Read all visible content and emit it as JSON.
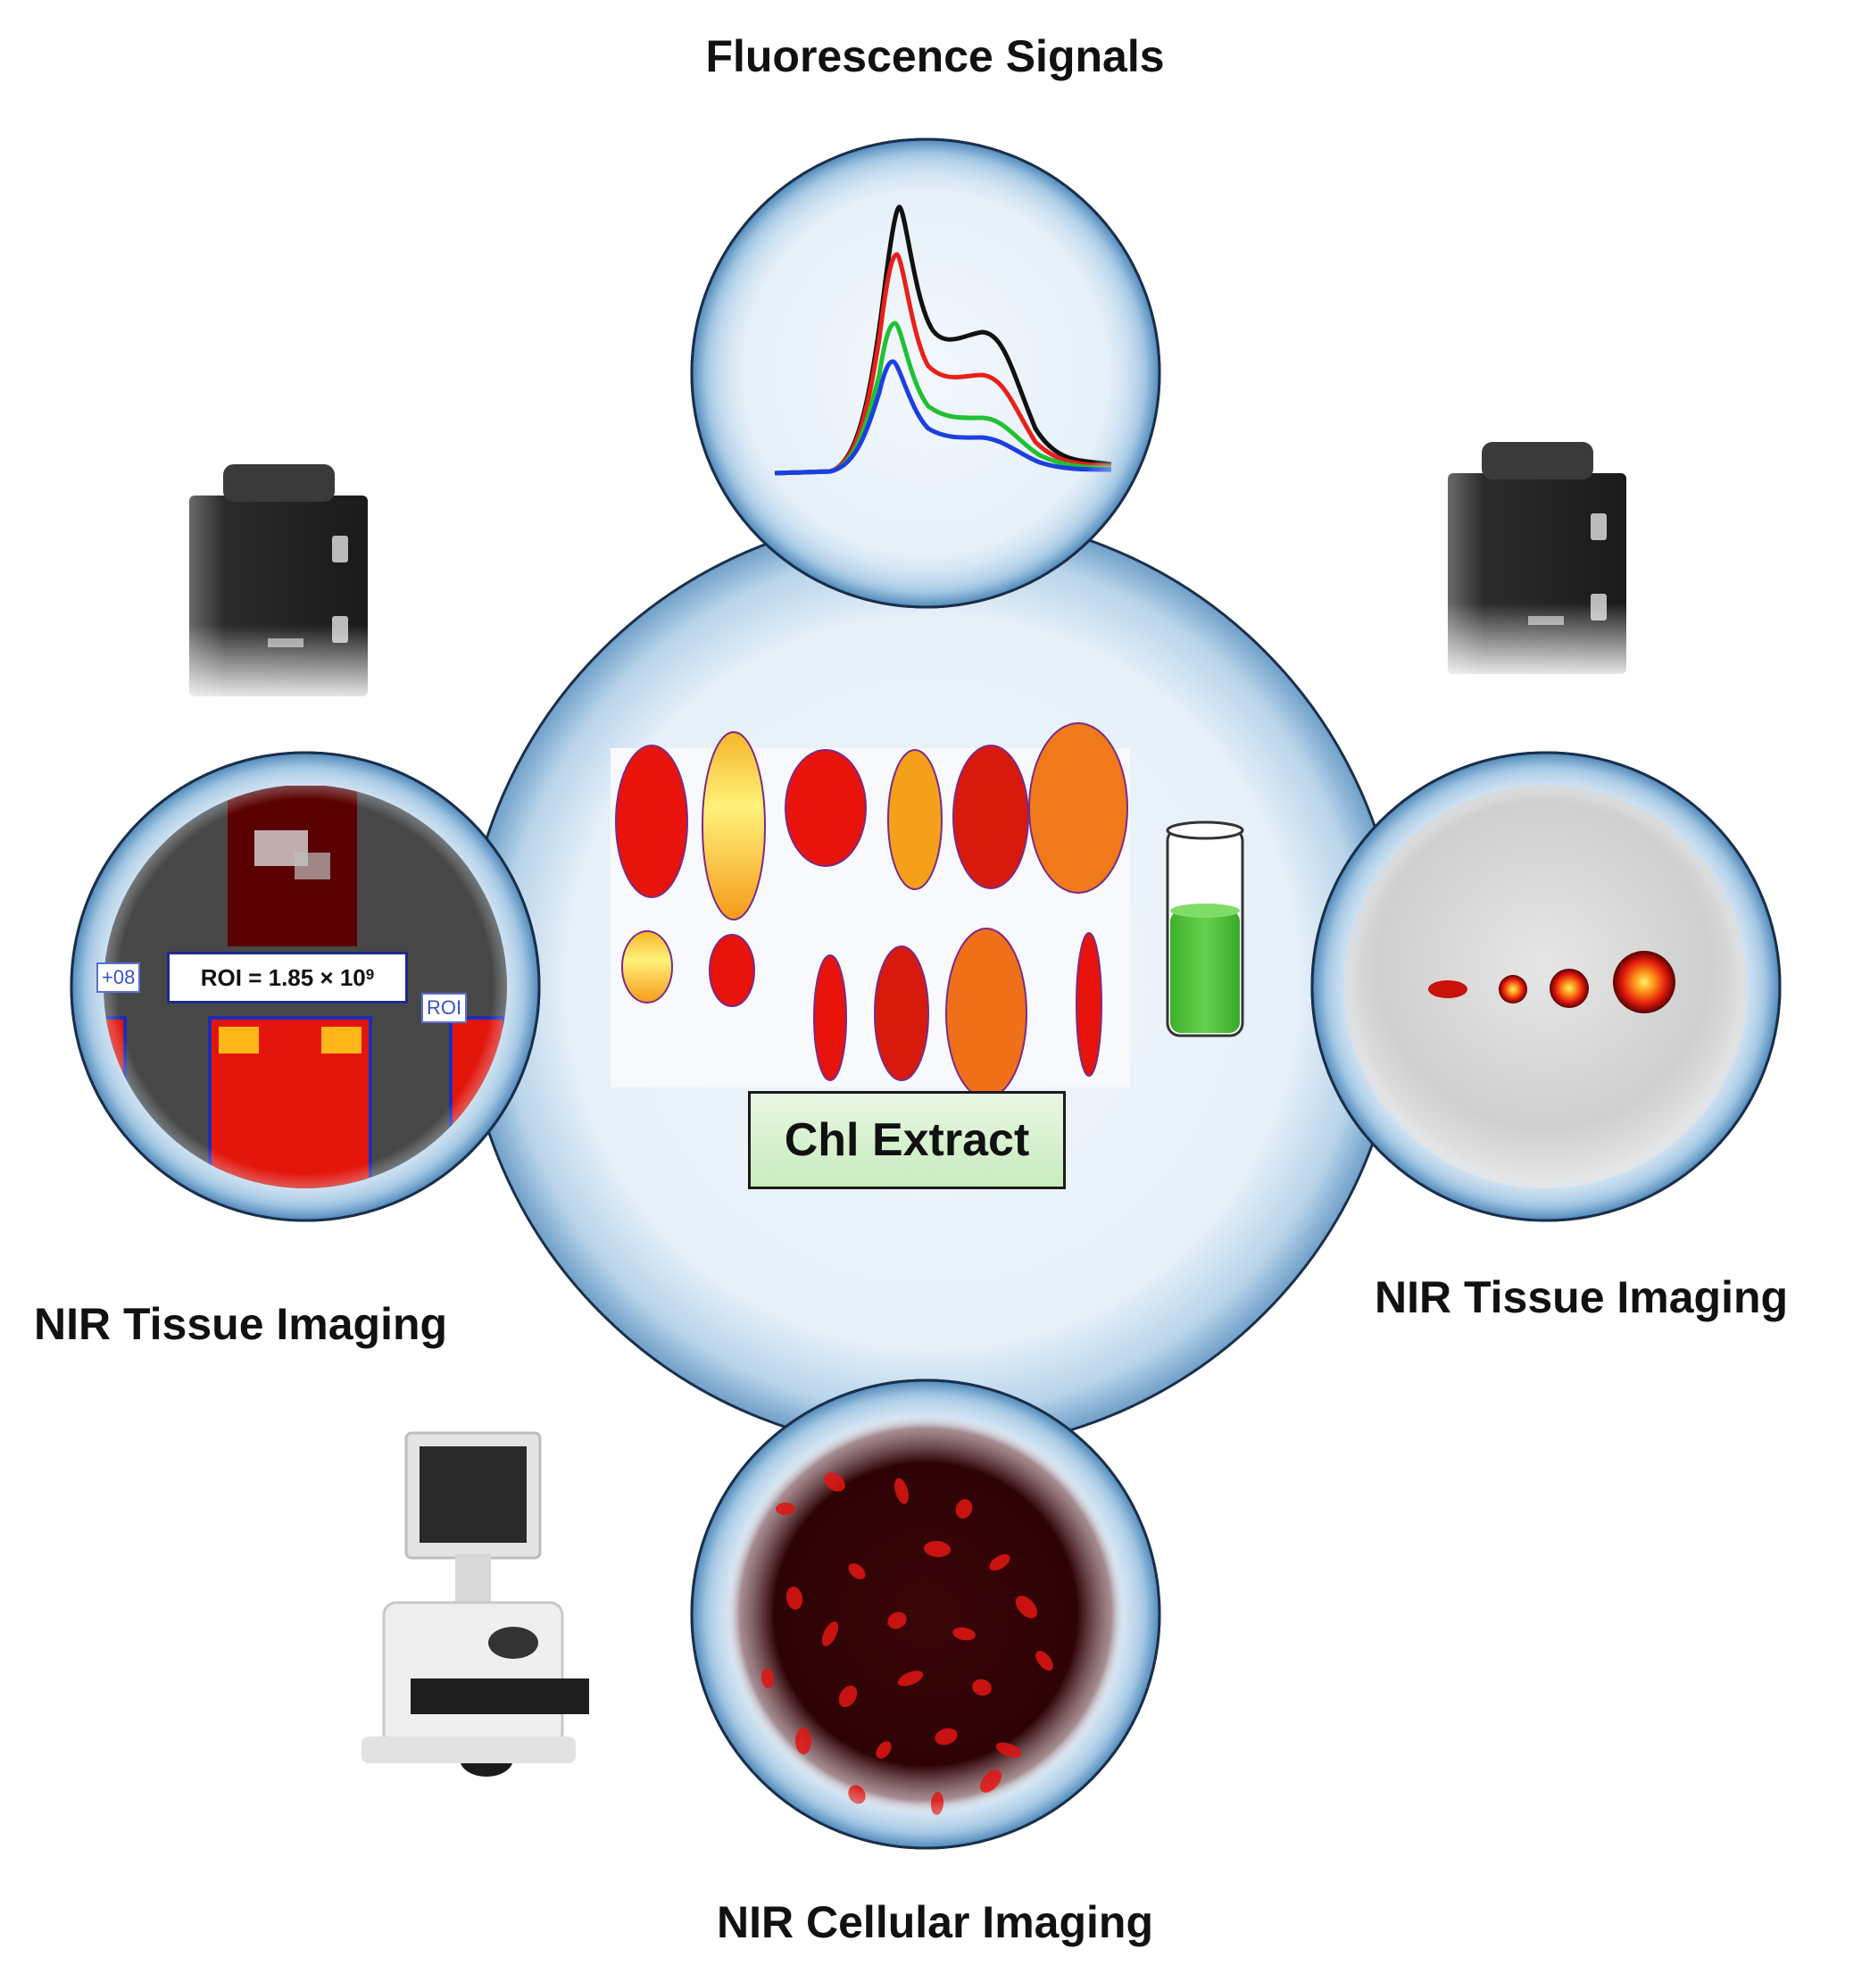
{
  "title": "Fluorescence Signals",
  "labels": {
    "left": "NIR Tissue Imaging",
    "right": "NIR Tissue Imaging",
    "bottom": "NIR Cellular Imaging"
  },
  "center": {
    "box_label": "Chl Extract"
  },
  "left_inset": {
    "roi_prefix": "ROI = 1.85 × 10",
    "roi_exponent": "9",
    "tag_left": "+08",
    "tag_right": "ROI"
  },
  "colors": {
    "bubble_rim": "#8fb9d9",
    "bubble_fill": "#eaf2fa",
    "outline": "#1a2f4a",
    "curve_black": "#111111",
    "curve_red": "#e8201a",
    "curve_green": "#1fc232",
    "curve_blue": "#1d3fe0",
    "extract_green": "#4fc43a"
  },
  "icons": [
    "spectrum-curves-icon",
    "leaf-icon",
    "vial-icon",
    "imaging-system-icon",
    "microscope-icon"
  ]
}
